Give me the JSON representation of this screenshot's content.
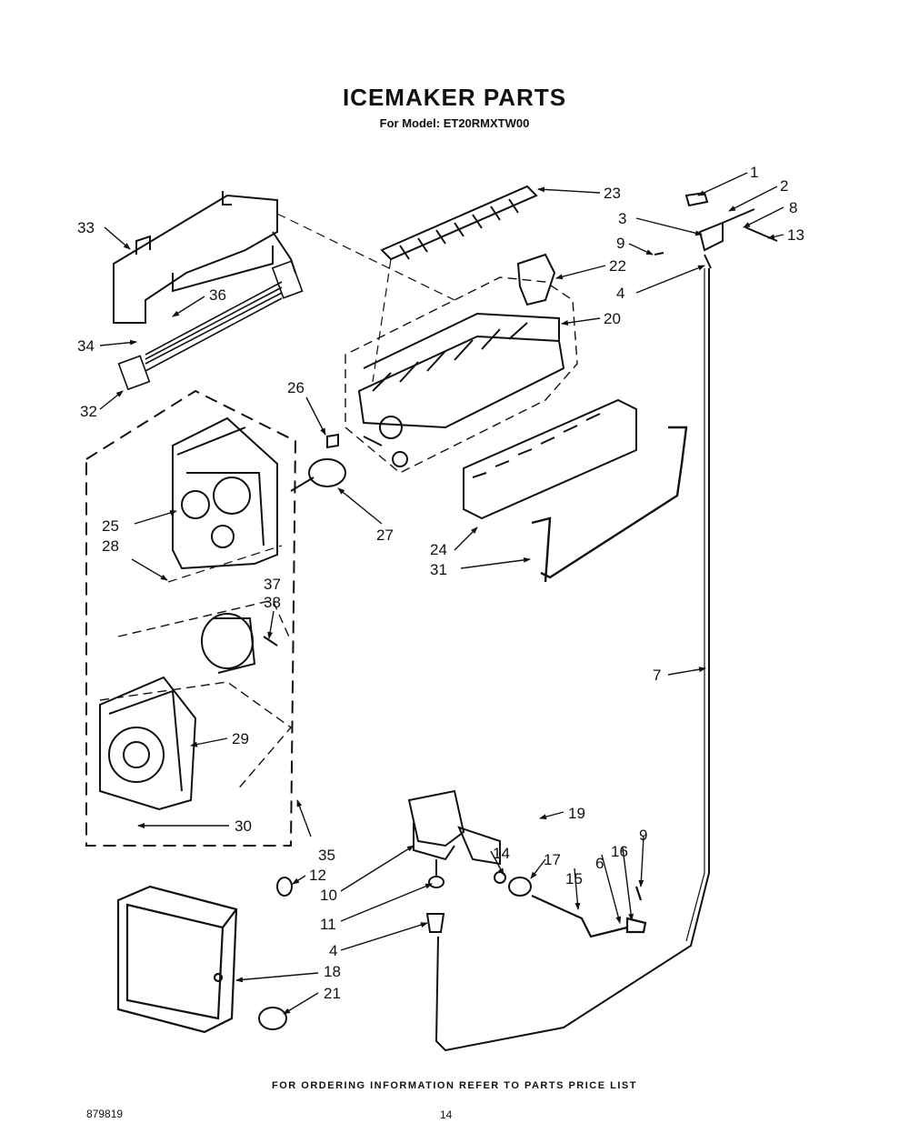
{
  "header": {
    "title": "ICEMAKER PARTS",
    "subtitle": "For Model: ET20RMXTW00"
  },
  "footer": {
    "ordering_note": "FOR ORDERING INFORMATION REFER TO PARTS PRICE LIST",
    "document_code": "879819",
    "page_number": "14"
  },
  "callouts": {
    "c1": "1",
    "c2": "2",
    "c3": "3",
    "c4a": "4",
    "c4b": "4",
    "c6": "6",
    "c7": "7",
    "c8": "8",
    "c9a": "9",
    "c9b": "9",
    "c10": "10",
    "c11": "11",
    "c12": "12",
    "c13": "13",
    "c14": "14",
    "c15": "15",
    "c16": "16",
    "c17": "17",
    "c18": "18",
    "c19": "19",
    "c20": "20",
    "c21": "21",
    "c22": "22",
    "c23": "23",
    "c24": "24",
    "c25": "25",
    "c26": "26",
    "c27": "27",
    "c28": "28",
    "c29": "29",
    "c30": "30",
    "c31": "31",
    "c32": "32",
    "c33": "33",
    "c34": "34",
    "c35": "35",
    "c36": "36",
    "c37": "37",
    "c38": "38"
  }
}
